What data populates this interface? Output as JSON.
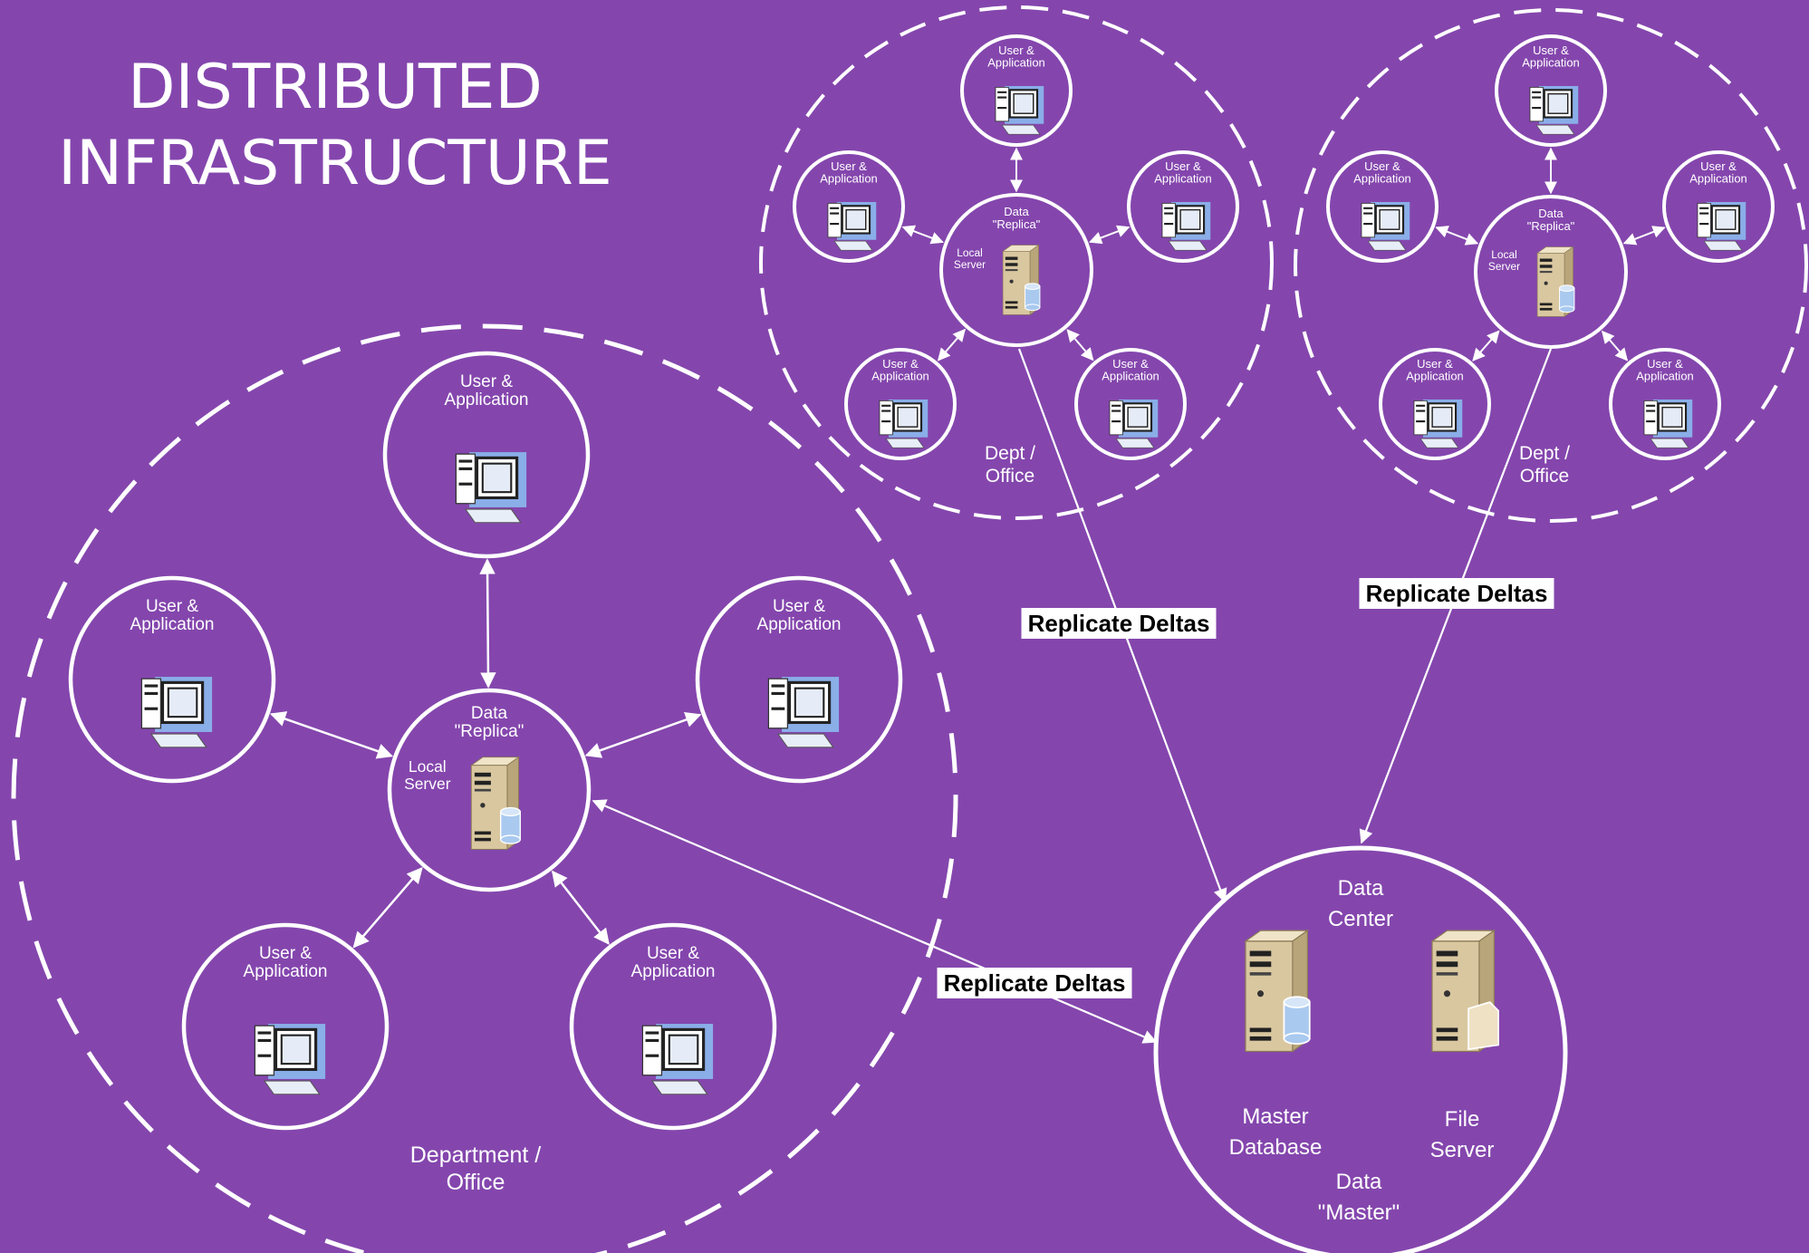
{
  "title": {
    "line1": "DISTRIBUTED",
    "line2": "INFRASTRUCTURE"
  },
  "labels": {
    "user_app": "User & Application",
    "data_replica": "Data \"Replica\"",
    "local_server": "Local Server",
    "department_office": "Department / Office",
    "dept_office": "Dept / Office",
    "replicate_deltas": "Replicate Deltas",
    "data_center": "Data Center",
    "master_database": "Master Database",
    "file_server": "File Server",
    "data_master": "Data \"Master\""
  },
  "colors": {
    "background": "#8446ad",
    "stroke": "#ffffff",
    "server_tan": "#d9c7a0",
    "monitor_blue": "#8aaee8",
    "label_box": "#ffffff"
  },
  "icons": [
    "computer-icon",
    "server-icon",
    "database-icon",
    "file-icon"
  ]
}
